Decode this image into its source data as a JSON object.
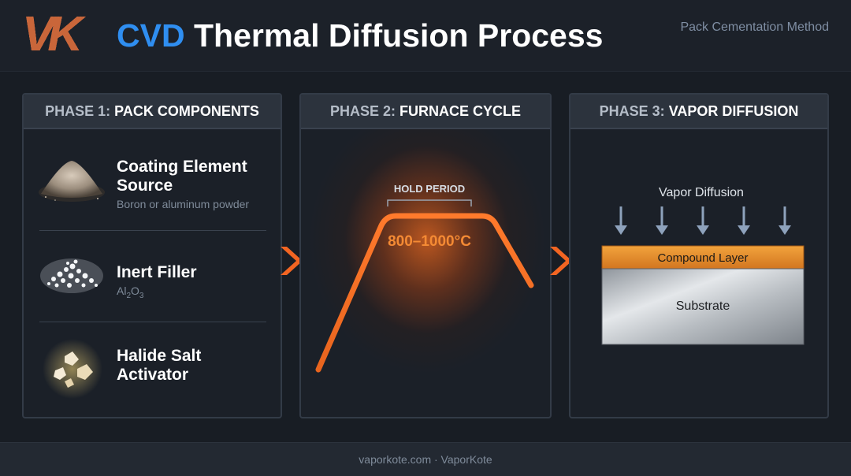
{
  "header": {
    "logo_text": "VK",
    "title_accent": "CVD",
    "title_rest": "Thermal Diffusion Process",
    "tagline": "Pack Cementation Method"
  },
  "phases": [
    {
      "prefix": "PHASE 1:",
      "name": "PACK COMPONENTS",
      "components": [
        {
          "name": "Coating Element Source",
          "detail": "Boron or aluminum powder",
          "icon": "powder-pile-icon"
        },
        {
          "name": "Inert Filler",
          "detail": "Al2O3",
          "icon": "granules-icon"
        },
        {
          "name": "Halide Salt Activator",
          "detail": "",
          "icon": "salt-crystals-icon"
        }
      ]
    },
    {
      "prefix": "PHASE 2:",
      "name": "FURNACE CYCLE",
      "hold_label": "HOLD PERIOD",
      "temperature": "800–1000°C"
    },
    {
      "prefix": "PHASE 3:",
      "name": "VAPOR DIFFUSION",
      "vapor_label": "Vapor Diffusion",
      "arrow_count": 5,
      "layers": {
        "top": "Compound Layer",
        "bottom": "Substrate"
      }
    }
  ],
  "colors": {
    "accent": "#2f8ef0",
    "orange": "#f07a2a",
    "chevron": "#f26522"
  },
  "footer": {
    "text": "vaporkote.com · VaporKote"
  }
}
